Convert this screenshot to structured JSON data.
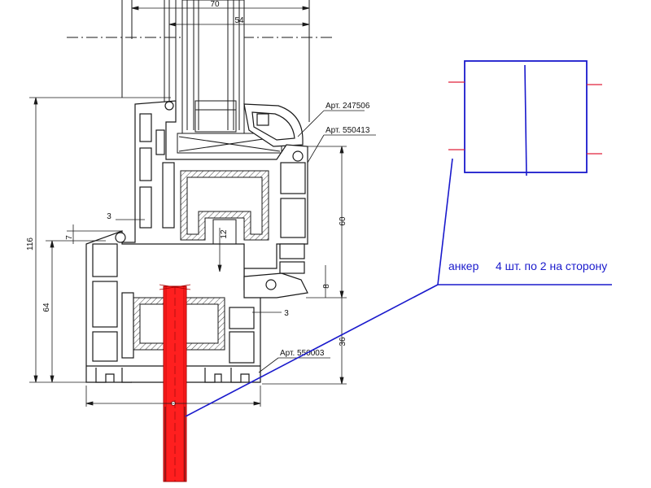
{
  "dimensions": {
    "top_overall": "70",
    "glass_width": "54",
    "height_overall": "116",
    "height_lower": "64",
    "sash_gap": "3",
    "rebate": "7",
    "bead_offset": "12",
    "right_60": "60",
    "right_8": "8",
    "right_3": "3",
    "right_36": "36"
  },
  "articles": {
    "bead": "Арт. 247506",
    "sash": "Арт. 550413",
    "frame": "Арт. 550003"
  },
  "callout": {
    "word": "анкер",
    "detail": "4 шт. по 2 на сторону"
  },
  "colors": {
    "line": "#1a1a1a",
    "anchor_red": "#ff1f1f",
    "callout_blue": "#1a1acc",
    "tick_red": "#e0203a"
  }
}
